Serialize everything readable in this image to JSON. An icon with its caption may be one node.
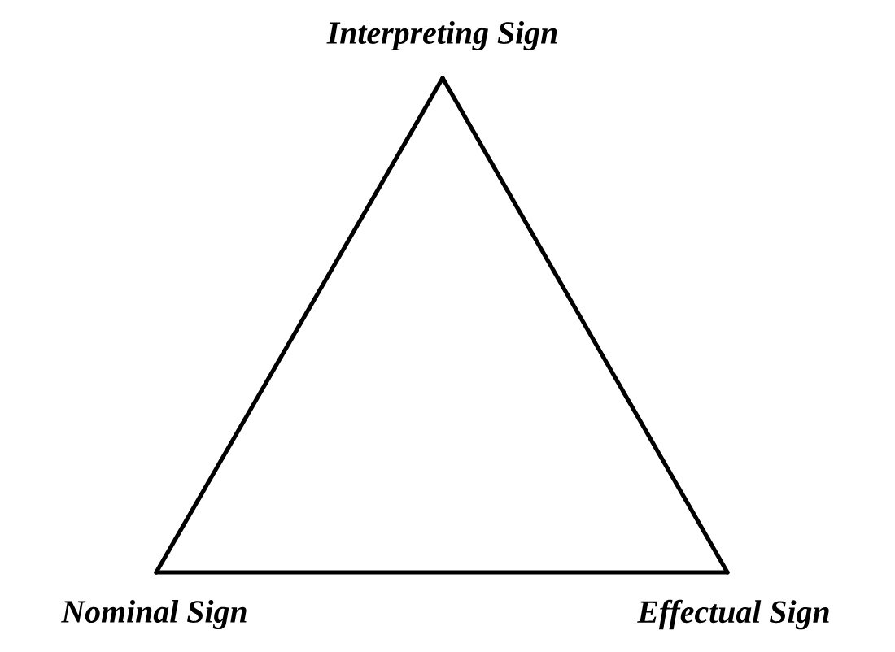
{
  "diagram": {
    "nodes": [
      {
        "text": [
          "Interpreting Sign"
        ]
      },
      {
        "text": [
          "Nominal Sign"
        ]
      },
      {
        "text": [
          "Effectual Sign"
        ]
      }
    ],
    "edges": [
      {
        "from": 0,
        "to": 1,
        "arrow": "none"
      },
      {
        "from": 1,
        "to": 2,
        "arrow": "none"
      },
      {
        "from": 2,
        "to": 0,
        "arrow": "none"
      }
    ]
  }
}
